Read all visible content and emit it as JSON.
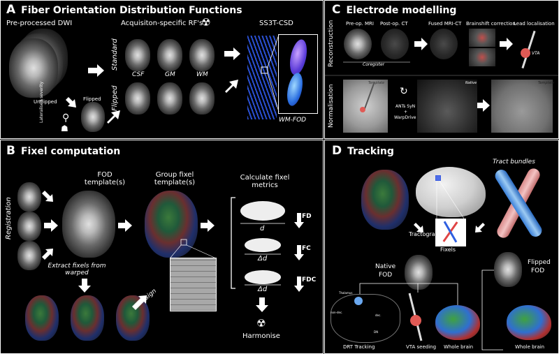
{
  "panelA": {
    "letter": "A",
    "title": "Fiber Orientation Distribution Functions",
    "preproc": "Pre-processed DWI",
    "unflipped": "Unflipped",
    "flipped": "Flipped",
    "lateralised": "Lateralised severity",
    "acq_rfs": "Acquisiton-specific RF's",
    "standard": "Standard",
    "flipped_row": "Flipped",
    "csf": "CSF",
    "gm": "GM",
    "wm": "WM",
    "ss3t": "SS3T-CSD",
    "wmfod": "WM-FOD"
  },
  "panelB": {
    "letter": "B",
    "title": "Fixel computation",
    "registration": "Registration",
    "fod_template": "FOD template(s)",
    "group_fixel": "Group fixel template(s)",
    "calc_metrics": "Calculate fixel metrics",
    "extract": "Extract fixels from warped",
    "assign": "Assign",
    "fd": "FD",
    "fc": "FC",
    "fdc": "FDC",
    "d": "d",
    "delta_d1": "Δd",
    "delta_d2": "Δd",
    "harmonise": "Harmonise"
  },
  "panelC": {
    "letter": "C",
    "title": "Electrode modelling",
    "reconstruction": "Reconstruction",
    "normalisation": "Normalisation",
    "preop": "Pre-op. MRI",
    "postop": "Post-op. CT",
    "coregister": "Coregister",
    "fused": "Fused MRI-CT",
    "brainshift": "Brainshift correction",
    "leadloc": "Lead localisation",
    "vta": "VTA",
    "template1": "Template",
    "ants_line1": "ANTs SyN",
    "ants_line2": "+",
    "ants_line3": "WarpDrive",
    "native": "Native",
    "template2": "Template"
  },
  "panelD": {
    "letter": "D",
    "title": "Tracking",
    "tract_bundles": "Tract bundles",
    "tractograms": "Tractogram(s)",
    "fixels": "Fixels",
    "native_fod_1": "Native",
    "native_fod_2": "FOD",
    "flipped_fod_1": "Flipped",
    "flipped_fod_2": "FOD",
    "drt": "DRT Tracking",
    "vta_seed": "VTA seeding",
    "whole_brain1": "Whole brain",
    "whole_brain2": "Whole brain",
    "thalamus": "Thalamus",
    "non_dec": "non-dec.",
    "dec": "dec.",
    "dn": "DN"
  }
}
